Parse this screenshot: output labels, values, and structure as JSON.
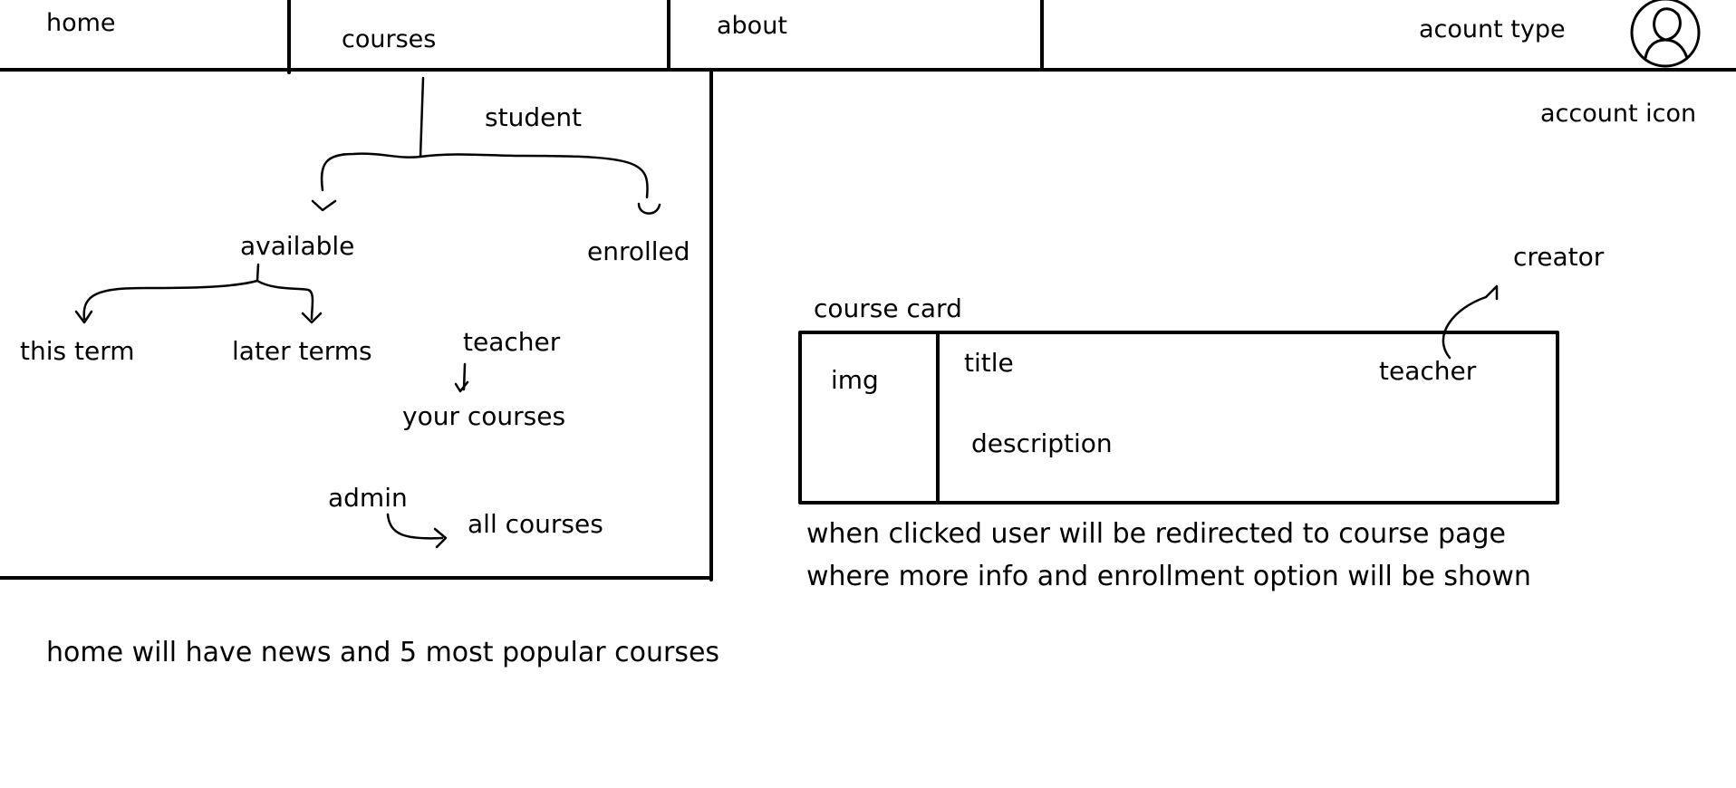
{
  "nav": {
    "home": "home",
    "courses": "courses",
    "about": "about",
    "account_type": "acount type"
  },
  "account_icon_label": "account icon",
  "courses_menu": {
    "student": "student",
    "available": "available",
    "enrolled": "enrolled",
    "this_term": "this term",
    "later_terms": "later terms",
    "teacher": "teacher",
    "your_courses": "your courses",
    "admin": "admin",
    "all_courses": "all courses"
  },
  "course_card": {
    "caption": "course card",
    "img": "img",
    "title": "title",
    "teacher": "teacher",
    "description": "description",
    "creator_note": "creator",
    "click_note_line1": "when clicked user will be redirected to course page",
    "click_note_line2": "where more info and enrollment option will be shown"
  },
  "home_note": "home will have news and 5 most popular courses",
  "icons": [
    "user-avatar-icon"
  ]
}
